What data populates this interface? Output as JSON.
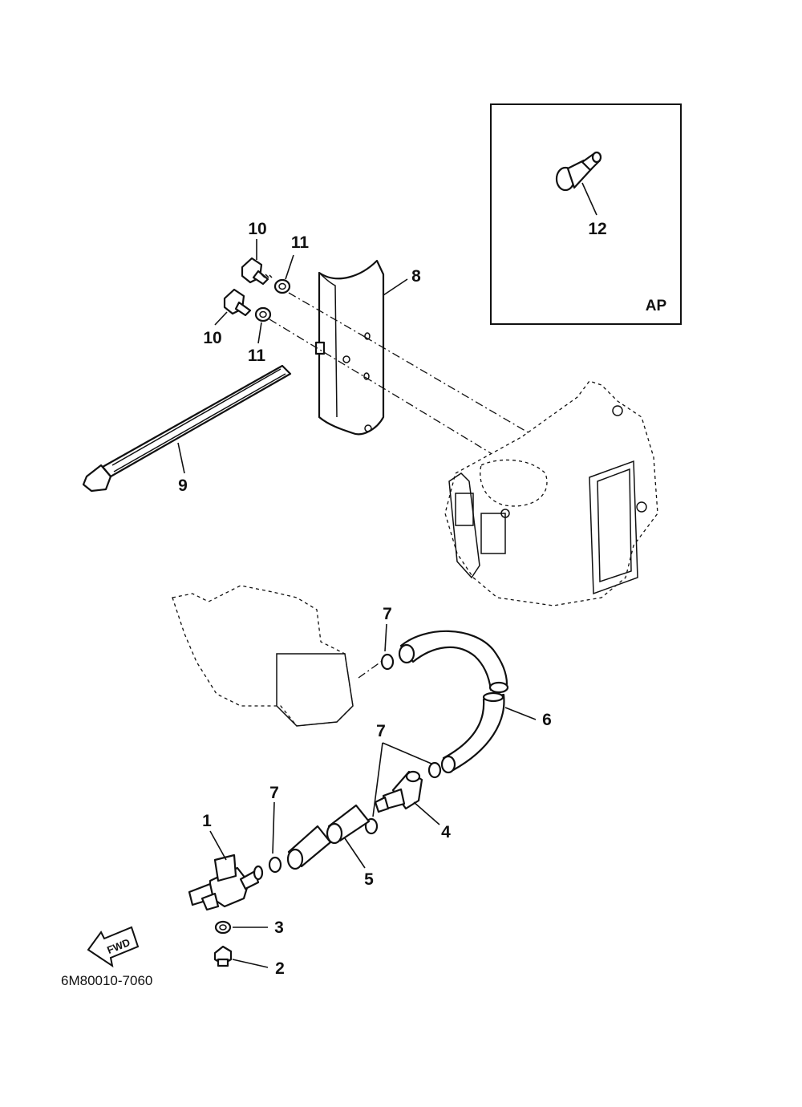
{
  "inset": {
    "label": "AP",
    "callout": "12"
  },
  "callouts": {
    "c1": "1",
    "c2": "2",
    "c3": "3",
    "c4": "4",
    "c5": "5",
    "c6": "6",
    "c7a": "7",
    "c7b": "7",
    "c7c": "7",
    "c8": "8",
    "c9": "9",
    "c10a": "10",
    "c10b": "10",
    "c11a": "11",
    "c11b": "11"
  },
  "fwd_label": "FWD",
  "drawing_code": "6M80010-7060"
}
